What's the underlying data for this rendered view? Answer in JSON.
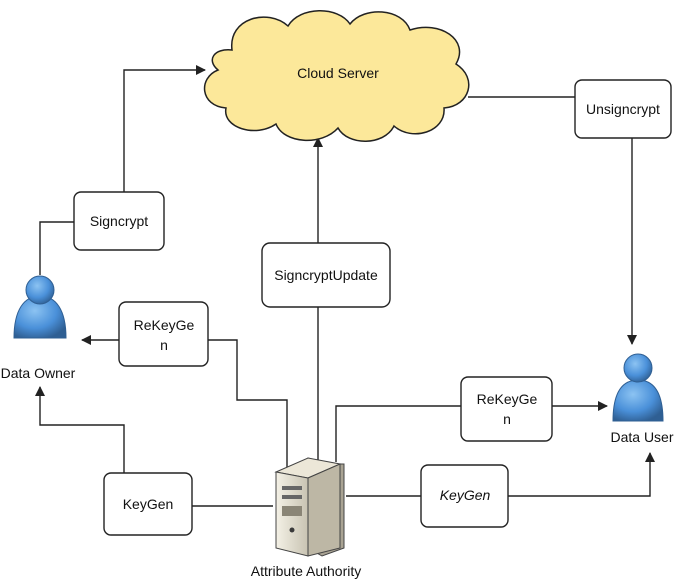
{
  "cloud": {
    "label": "Cloud Server"
  },
  "boxes": {
    "signcrypt": "Signcrypt",
    "unsigncrypt": "Unsigncrypt",
    "signcrypt_update": "SigncryptUpdate",
    "rekeygen_left": [
      "ReKeyGe",
      "n"
    ],
    "rekeygen_right": [
      "ReKeyGe",
      "n"
    ],
    "keygen_left": "KeyGen",
    "keygen_right": "KeyGen"
  },
  "actors": {
    "data_owner": "Data Owner",
    "data_user": "Data User",
    "attribute_authority": "Attribute Authority"
  },
  "colors": {
    "cloud_fill": "#FCE89A",
    "cloud_stroke": "#222222",
    "person_blue": "#4A90D9",
    "person_dark": "#2F5F93",
    "box_stroke": "#222222",
    "line": "#222222"
  },
  "icons": {
    "data_owner": "person-icon",
    "data_user": "person-icon",
    "attribute_authority": "server-icon"
  }
}
